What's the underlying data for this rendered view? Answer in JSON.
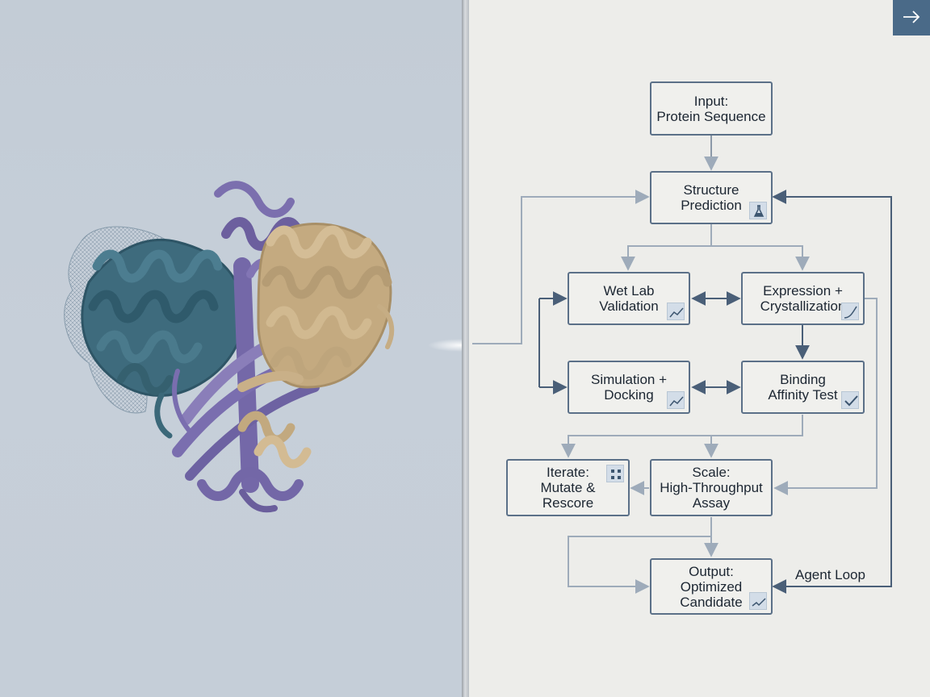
{
  "colors": {
    "left_background": "#c5ced8",
    "right_background": "#ededea",
    "node_border": "#5b7088",
    "arrow_dark": "#4a5f78",
    "arrow_light": "#9eabba",
    "accent": "#4a6a88",
    "protein_teal": "#3d6a7c",
    "protein_purple": "#7568a6",
    "protein_tan": "#c6ad84"
  },
  "left_panel": {
    "image": "protein-structure-rendering"
  },
  "top_right_button": {
    "icon": "arrow-right-icon"
  },
  "flowchart": {
    "nodes": {
      "input": {
        "lines": [
          "Input:",
          "Protein Sequence"
        ]
      },
      "structure": {
        "lines": [
          "Structure",
          "Prediction"
        ],
        "icon": "flask-icon"
      },
      "wetlab": {
        "lines": [
          "Wet Lab",
          "Validation"
        ],
        "icon": "line-chart-icon"
      },
      "expression": {
        "lines": [
          "Expression +",
          "Crystallization"
        ],
        "icon": "curve-icon"
      },
      "simulation": {
        "lines": [
          "Simulation +",
          "Docking"
        ],
        "icon": "line-chart-icon"
      },
      "binding": {
        "lines": [
          "Binding",
          "Affinity Test"
        ],
        "icon": "check-icon"
      },
      "iterate": {
        "lines": [
          "Iterate:",
          "Mutate &",
          "Rescore"
        ],
        "icon": "grid-dots-icon"
      },
      "scale": {
        "lines": [
          "Scale:",
          "High-Throughput",
          "Assay"
        ]
      },
      "output": {
        "lines": [
          "Output:",
          "Optimized",
          "Candidate"
        ],
        "icon": "line-chart-icon"
      }
    },
    "loop_label": "Agent Loop"
  }
}
